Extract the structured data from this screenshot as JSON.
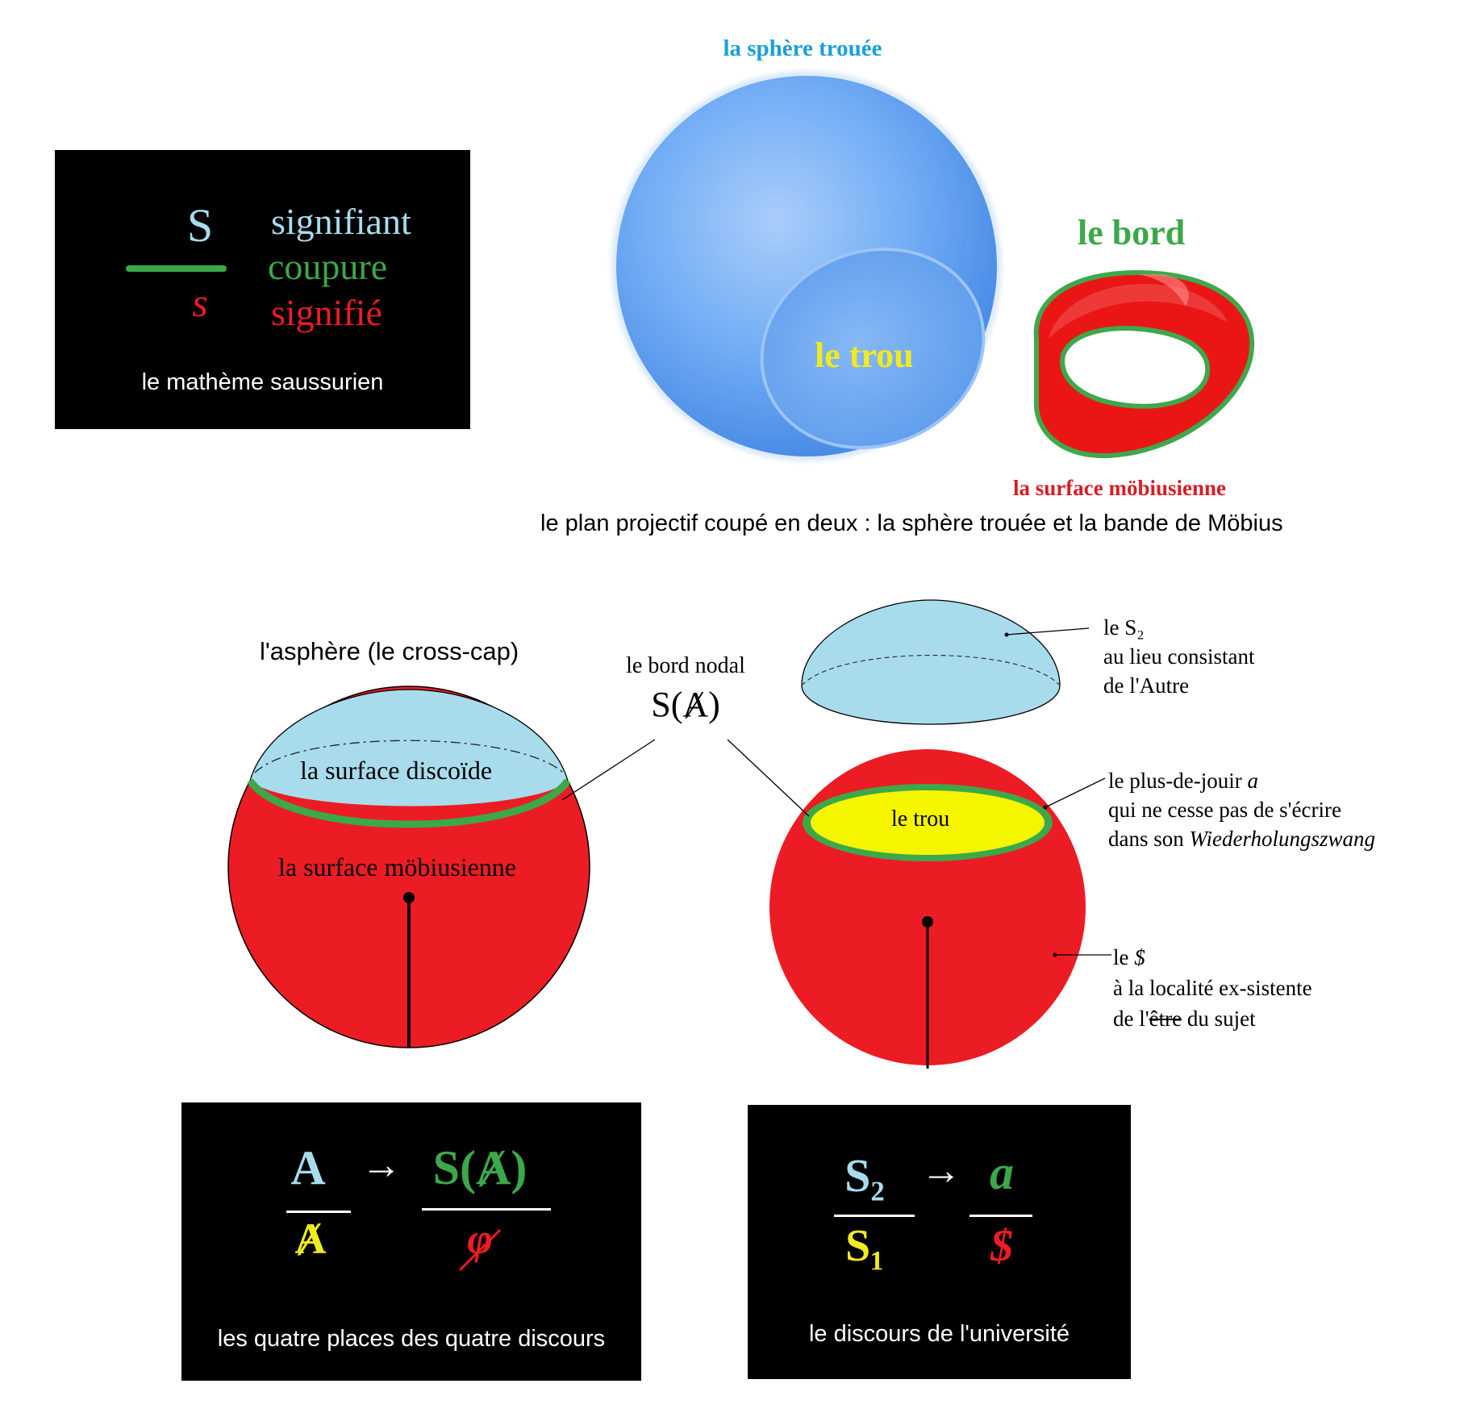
{
  "saussure": {
    "S": "S",
    "s": "s",
    "signifiant": "signifiant",
    "coupure": "coupure",
    "signifie": "signifié",
    "caption": "le mathème saussurien"
  },
  "sphere": {
    "title": "la sphère trouée",
    "trou": "le trou",
    "bord": "le bord",
    "mobius": "la surface möbiusienne",
    "caption": "le plan projectif coupé en deux : la sphère trouée et la bande de Möbius"
  },
  "asphere": {
    "title": "l'asphère (le cross-cap)",
    "discoide": "la surface discoïde",
    "mobius": "la surface möbiusienne"
  },
  "nodal": {
    "label": "le bord nodal",
    "formula": "S(Ⱥ)"
  },
  "right": {
    "trou": "le trou",
    "s2_line1": "le S₂",
    "s2_line2": "au lieu consistant",
    "s2_line3": "de l'Autre",
    "pdj_line1": "le plus-de-jouir ",
    "pdj_a": "a",
    "pdj_line2": "qui ne cesse pas de s'écrire",
    "pdj_line3": "dans son ",
    "pdj_word": "Wiederholungszwang",
    "subj_line1": "le ",
    "subj_symbol": "$",
    "subj_line2": "à la localité ex-sistente",
    "subj_line3_a": "de l'",
    "subj_line3_etre": "être",
    "subj_line3_b": " du sujet"
  },
  "discours": {
    "top_left": "A",
    "arrow": "→",
    "top_right": "S(Ⱥ)",
    "bottom_left": "Ⱥ",
    "bottom_right": "φ",
    "caption": "les quatre places des quatre discours"
  },
  "universite": {
    "top_left": "S₂",
    "arrow": "→",
    "top_right": "a",
    "bottom_left": "S₁",
    "bottom_right": "$",
    "caption": "le discours de l'université"
  },
  "colors": {
    "light_blue": "#a8dcec",
    "green": "#3ca84a",
    "red": "#ec1c24",
    "yellow": "#f5f500",
    "sphere_blue": "#5a9ef0",
    "title_blue": "#1aa0d8"
  }
}
